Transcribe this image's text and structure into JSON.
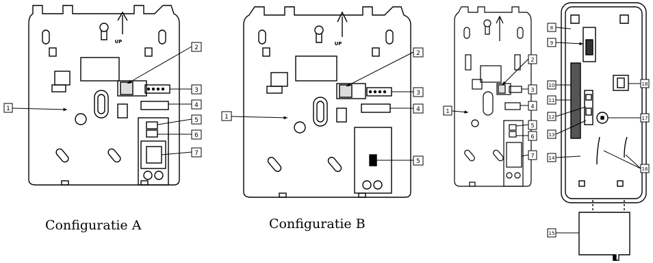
{
  "captions": {
    "a": "Configuratie A",
    "b": "Configuratie B"
  },
  "up_label": "UP",
  "callouts": {
    "config_a": [
      "1",
      "2",
      "3",
      "4",
      "5",
      "6",
      "7"
    ],
    "config_b": [
      "1",
      "2",
      "3",
      "4",
      "5"
    ],
    "config_c": [
      "1",
      "2",
      "3",
      "4",
      "5",
      "6",
      "7"
    ],
    "rear": [
      "8",
      "9",
      "10",
      "11",
      "12",
      "13",
      "14",
      "15",
      "16",
      "17",
      "18"
    ]
  }
}
